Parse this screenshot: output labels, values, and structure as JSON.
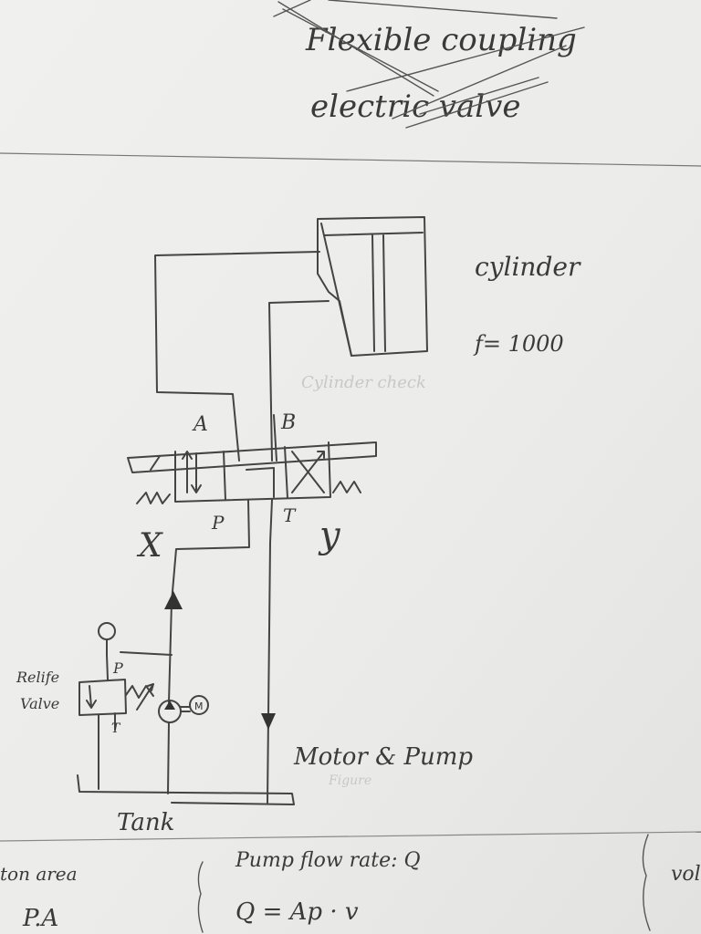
{
  "header_scribbles": {
    "line1": "Flexible coupling",
    "line2": "electric valve"
  },
  "labels": {
    "cylinder": "cylinder",
    "force": "f= 1000",
    "port_a": "A",
    "port_b": "B",
    "port_p": "P",
    "port_t": "T",
    "mark_x": "X",
    "mark_y": "y",
    "relief_valve_line1": "Relife",
    "relief_valve_line2": "Valve",
    "relief_p": "P",
    "relief_t": "T",
    "motor_symbol": "M",
    "motor_pump": "Motor & Pump",
    "tank": "Tank"
  },
  "bottom_notes": {
    "left_top": "ton area",
    "left_bottom": "P.A",
    "middle_top": "Pump flow rate: Q",
    "middle_bottom": "Q = Ap · v",
    "right": "vol"
  },
  "colors": {
    "paper": "#efefed",
    "ink": "#444444"
  }
}
